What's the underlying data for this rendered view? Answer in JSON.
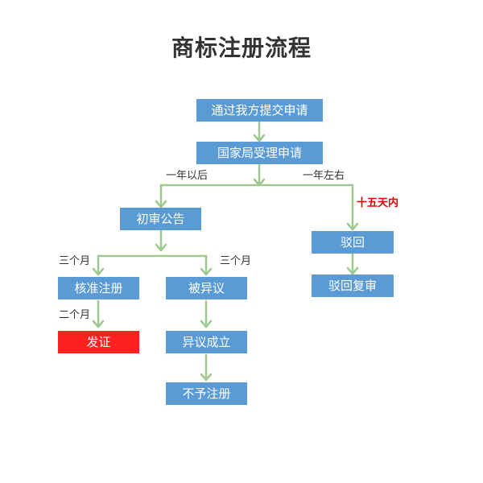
{
  "title": "商标注册流程",
  "colors": {
    "box": "#5b9bd5",
    "highlight_box": "#ff2020",
    "arrow": "#9cc98f",
    "highlight_text": "#e00000"
  },
  "nodes": {
    "submit": "通过我方提交申请",
    "accept": "国家局受理申请",
    "preliminary": "初审公告",
    "rejected": "驳回",
    "review": "驳回复审",
    "approved": "核准注册",
    "certificate": "发证",
    "opposed": "被异议",
    "opposition_ok": "异议成立",
    "not_registered": "不予注册"
  },
  "labels": {
    "one_year_left": "一年以后",
    "one_year_right": "一年左右",
    "fifteen_days": "十五天内",
    "three_months_left": "三个月",
    "three_months_right": "三个月",
    "two_months": "二个月"
  }
}
